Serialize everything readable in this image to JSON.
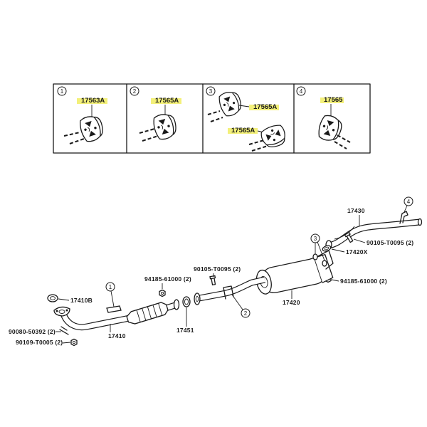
{
  "inset": {
    "panel1": {
      "callout": "1",
      "part": "17563A"
    },
    "panel2": {
      "callout": "2",
      "part": "17565A"
    },
    "panel3": {
      "callout": "3",
      "part_upper": "17565A",
      "part_lower": "17565A"
    },
    "panel4": {
      "callout": "4",
      "part": "17565"
    }
  },
  "assembly": {
    "callouts": {
      "c1": "1",
      "c2": "2",
      "c3": "3",
      "c4": "4"
    },
    "labels": {
      "tail_pipe": "17430",
      "tail_gasket": "17420X",
      "tail_bolt": "90105-T0095 (2)",
      "tail_nut": "94185-61000 (2)",
      "center_pipe": "17420",
      "center_bolt": "90105-T0095 (2)",
      "center_nut": "94185-61000 (2)",
      "front_gasket": "17410B",
      "center_gasket": "17451",
      "front_pipe": "17410",
      "front_stud": "90080-50392 (2)",
      "front_nut": "90109-T0005 (2)"
    }
  },
  "colors": {
    "highlight": "#f3f07a",
    "ink": "#1a1a1a",
    "background": "#ffffff"
  }
}
